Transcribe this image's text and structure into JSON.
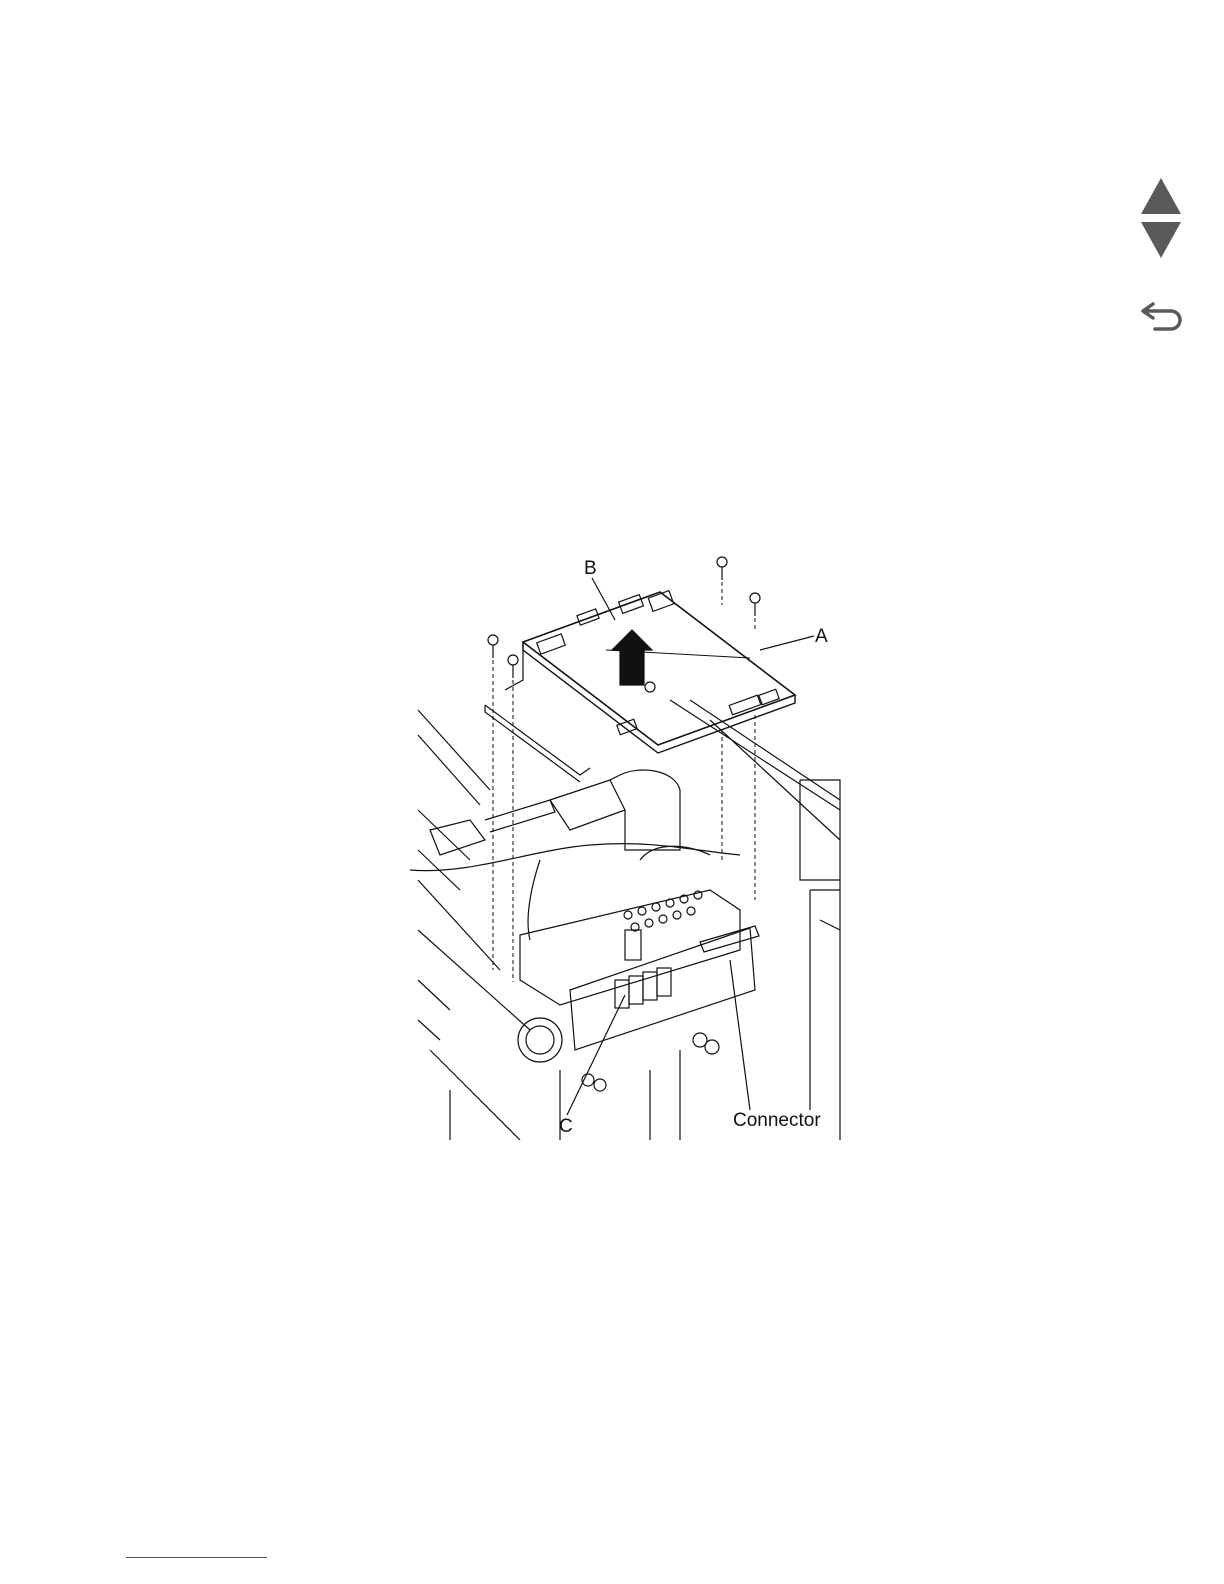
{
  "navigation": {
    "prev_icon": "triangle-up-icon",
    "next_icon": "triangle-down-icon",
    "back_icon": "return-arrow-icon",
    "icon_color": "#5a5a5a"
  },
  "figure": {
    "callouts": {
      "a": "A",
      "b": "B",
      "c": "C",
      "connector": "Connector"
    }
  },
  "footer": {
    "link_color": "#3a4fa8"
  }
}
